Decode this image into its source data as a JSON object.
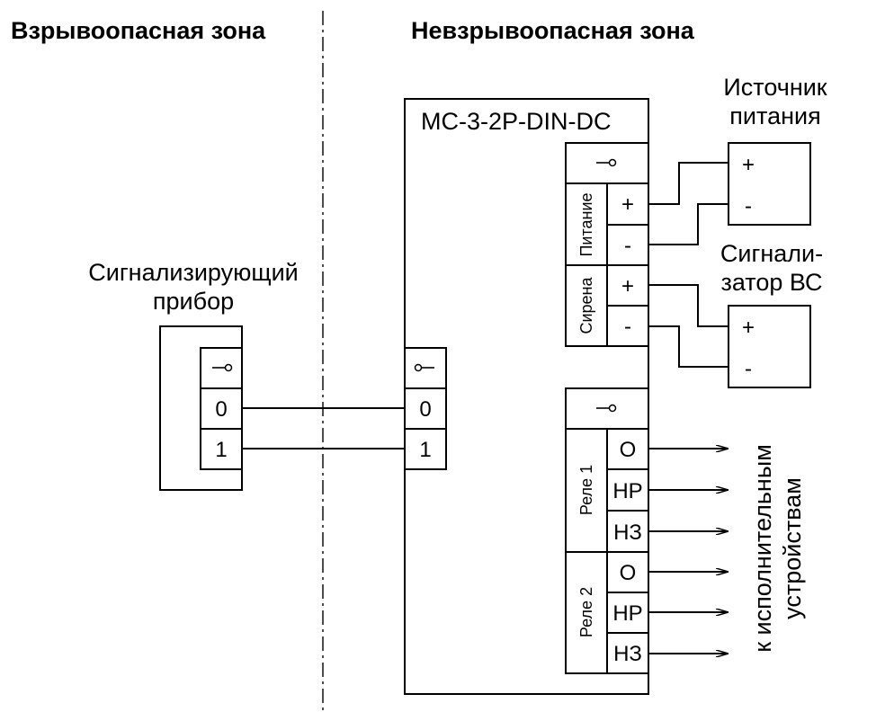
{
  "zones": {
    "hazardous": "Взрывоопасная зона",
    "safe": "Невзрывоопасная зона"
  },
  "signal_device": {
    "label_line1": "Сигнализирующий",
    "label_line2": "прибор",
    "terminals": [
      "0",
      "1"
    ]
  },
  "module": {
    "title": "МС-3-2Р-DIN-DC",
    "input_terminals": [
      "0",
      "1"
    ],
    "power_group": {
      "label": "Питание",
      "terminals": [
        "+",
        "-"
      ]
    },
    "siren_group": {
      "label": "Сирена",
      "terminals": [
        "+",
        "-"
      ]
    },
    "relay1": {
      "label": "Реле 1",
      "terminals": [
        "О",
        "НР",
        "НЗ"
      ]
    },
    "relay2": {
      "label": "Реле 2",
      "terminals": [
        "О",
        "НР",
        "НЗ"
      ]
    }
  },
  "power_supply": {
    "label_line1": "Источник",
    "label_line2": "питания",
    "terminals": [
      "+",
      "-"
    ]
  },
  "siren_device": {
    "label_line1": "Сигнали-",
    "label_line2": "затор ВС",
    "terminals": [
      "+",
      "-"
    ]
  },
  "actuators_note": {
    "line1": "к исполнительным",
    "line2": "устройствам"
  }
}
